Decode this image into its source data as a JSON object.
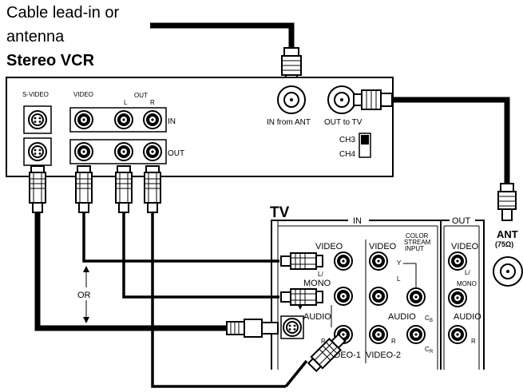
{
  "vcr": {
    "source_line1": "Cable lead-in or",
    "source_line2": "antenna",
    "title": "Stereo VCR",
    "svideo": "S-VIDEO",
    "video": "VIDEO",
    "out": "OUT",
    "l": "L",
    "r": "R",
    "in": "IN",
    "out_row": "OUT",
    "in_from_ant": "IN from ANT",
    "out_to_tv": "OUT to TV",
    "ch3": "CH3",
    "ch4": "CH4"
  },
  "or_label": "OR",
  "tv": {
    "title": "TV",
    "in_header": "IN",
    "out_header": "OUT",
    "video1": "VIDEO",
    "video2": "VIDEO",
    "color_stream": [
      "COLOR",
      "STREAM",
      "INPUT"
    ],
    "y": "Y",
    "l": "L",
    "cb": "C",
    "cb_sub": "B",
    "cr": "C",
    "cr_sub": "R",
    "l_mono_1": "L/",
    "l_mono_2": "MONO",
    "audio1": "AUDIO",
    "audio2": "AUDIO",
    "r1": "R",
    "r2": "R",
    "video_1_label": "VIDEO-1",
    "video_2_label": "VIDEO-2",
    "out_video": "VIDEO",
    "out_l": "L/",
    "out_mono": "MONO",
    "out_audio": "AUDIO",
    "out_r": "R",
    "ant": "ANT",
    "ant_ohm": "(75Ω)"
  }
}
